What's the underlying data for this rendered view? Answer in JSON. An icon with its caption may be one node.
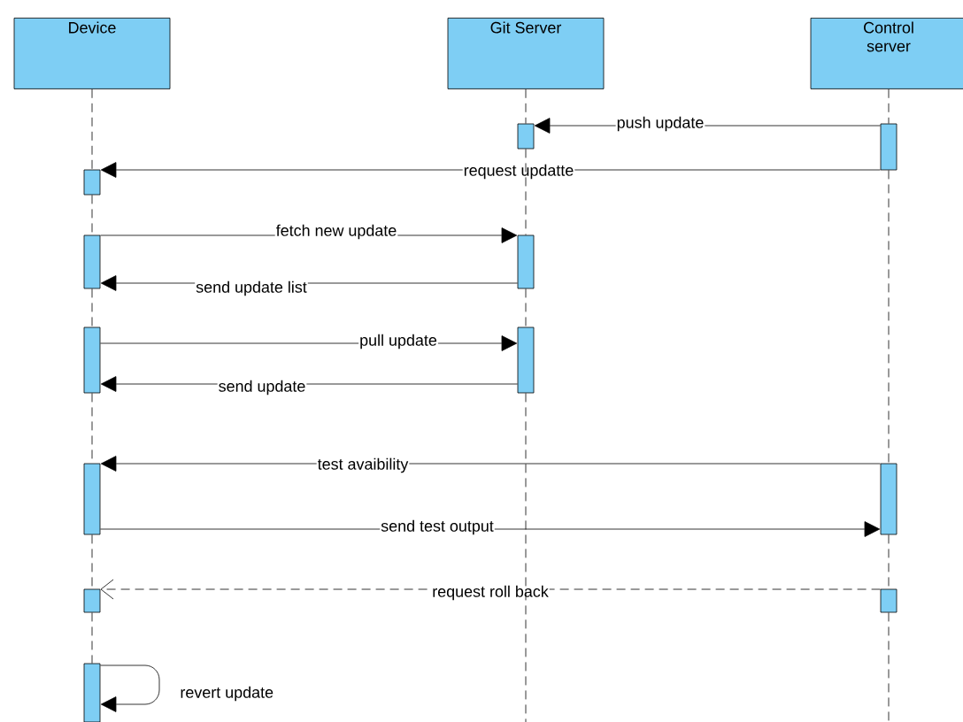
{
  "diagram": {
    "nodes": [
      {
        "text": [
          "Device"
        ]
      },
      {
        "text": [
          "Git Server"
        ]
      },
      {
        "text": [
          "Control server"
        ]
      },
      {
        "text": [],
        "shape": "bar"
      },
      {
        "text": [],
        "shape": "bar"
      },
      {
        "text": [],
        "shape": "bar"
      },
      {
        "text": [],
        "shape": "bar"
      },
      {
        "text": [],
        "shape": "bar"
      },
      {
        "text": [],
        "shape": "bar"
      },
      {
        "text": [],
        "shape": "bar"
      },
      {
        "text": [],
        "shape": "bar"
      },
      {
        "text": [],
        "shape": "bar"
      },
      {
        "text": [],
        "shape": "bar"
      },
      {
        "text": [],
        "shape": "bar"
      },
      {
        "text": [],
        "shape": "bar"
      }
    ],
    "edges": [
      {
        "from": 4,
        "to": 3,
        "arrow": "to",
        "label": "push update"
      },
      {
        "from": 4,
        "to": 5,
        "arrow": "to",
        "label": "request updatte"
      },
      {
        "from": 6,
        "to": 7,
        "arrow": "to",
        "label": "fetch new update"
      },
      {
        "from": 7,
        "to": 6,
        "arrow": "to",
        "label": "send update list"
      },
      {
        "from": 8,
        "to": 9,
        "arrow": "to",
        "label": "pull update"
      },
      {
        "from": 9,
        "to": 8,
        "arrow": "to",
        "label": "send update"
      },
      {
        "from": 11,
        "to": 10,
        "arrow": "to",
        "label": "test avaibility"
      },
      {
        "from": 10,
        "to": 11,
        "arrow": "to",
        "label": "send test output"
      },
      {
        "from": 13,
        "to": 12,
        "arrow": "to",
        "label": "request roll back",
        "style": "dashed"
      },
      {
        "from": 14,
        "to": 14,
        "arrow": "to",
        "label": "revert update"
      },
      {
        "from": 0,
        "to": 5,
        "arrow": "none",
        "style": "dashed"
      },
      {
        "from": 5,
        "to": 6,
        "arrow": "none",
        "style": "dashed"
      },
      {
        "from": 6,
        "to": 8,
        "arrow": "none",
        "style": "dashed"
      },
      {
        "from": 8,
        "to": 10,
        "arrow": "none",
        "style": "dashed"
      },
      {
        "from": 10,
        "to": 12,
        "arrow": "none",
        "style": "dashed"
      },
      {
        "from": 12,
        "to": 14,
        "arrow": "none",
        "style": "dashed"
      },
      {
        "from": 1,
        "to": 3,
        "arrow": "none",
        "style": "dashed"
      },
      {
        "from": 3,
        "to": 7,
        "arrow": "none",
        "style": "dashed"
      },
      {
        "from": 7,
        "to": 9,
        "arrow": "none",
        "style": "dashed"
      },
      {
        "from": 9,
        "to": null,
        "arrow": "none",
        "style": "dashed"
      },
      {
        "from": 2,
        "to": 4,
        "arrow": "none",
        "style": "dashed"
      },
      {
        "from": 4,
        "to": 11,
        "arrow": "none",
        "style": "dashed"
      },
      {
        "from": 11,
        "to": 13,
        "arrow": "none",
        "style": "dashed"
      },
      {
        "from": 13,
        "to": null,
        "arrow": "none",
        "style": "dashed"
      }
    ]
  }
}
